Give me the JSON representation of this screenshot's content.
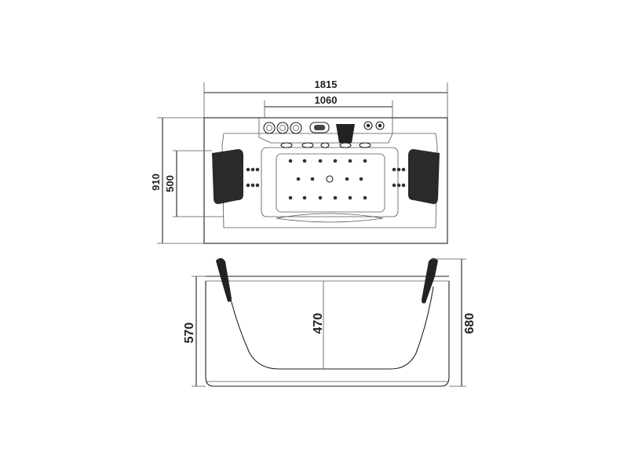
{
  "drawing": {
    "top_view": {
      "dimensions": {
        "total_length": "1815",
        "inner_length": "1060",
        "total_width": "910",
        "inner_width": "500"
      }
    },
    "side_view": {
      "dimensions": {
        "outer_height": "570",
        "inner_depth": "470",
        "total_height": "680"
      }
    }
  }
}
